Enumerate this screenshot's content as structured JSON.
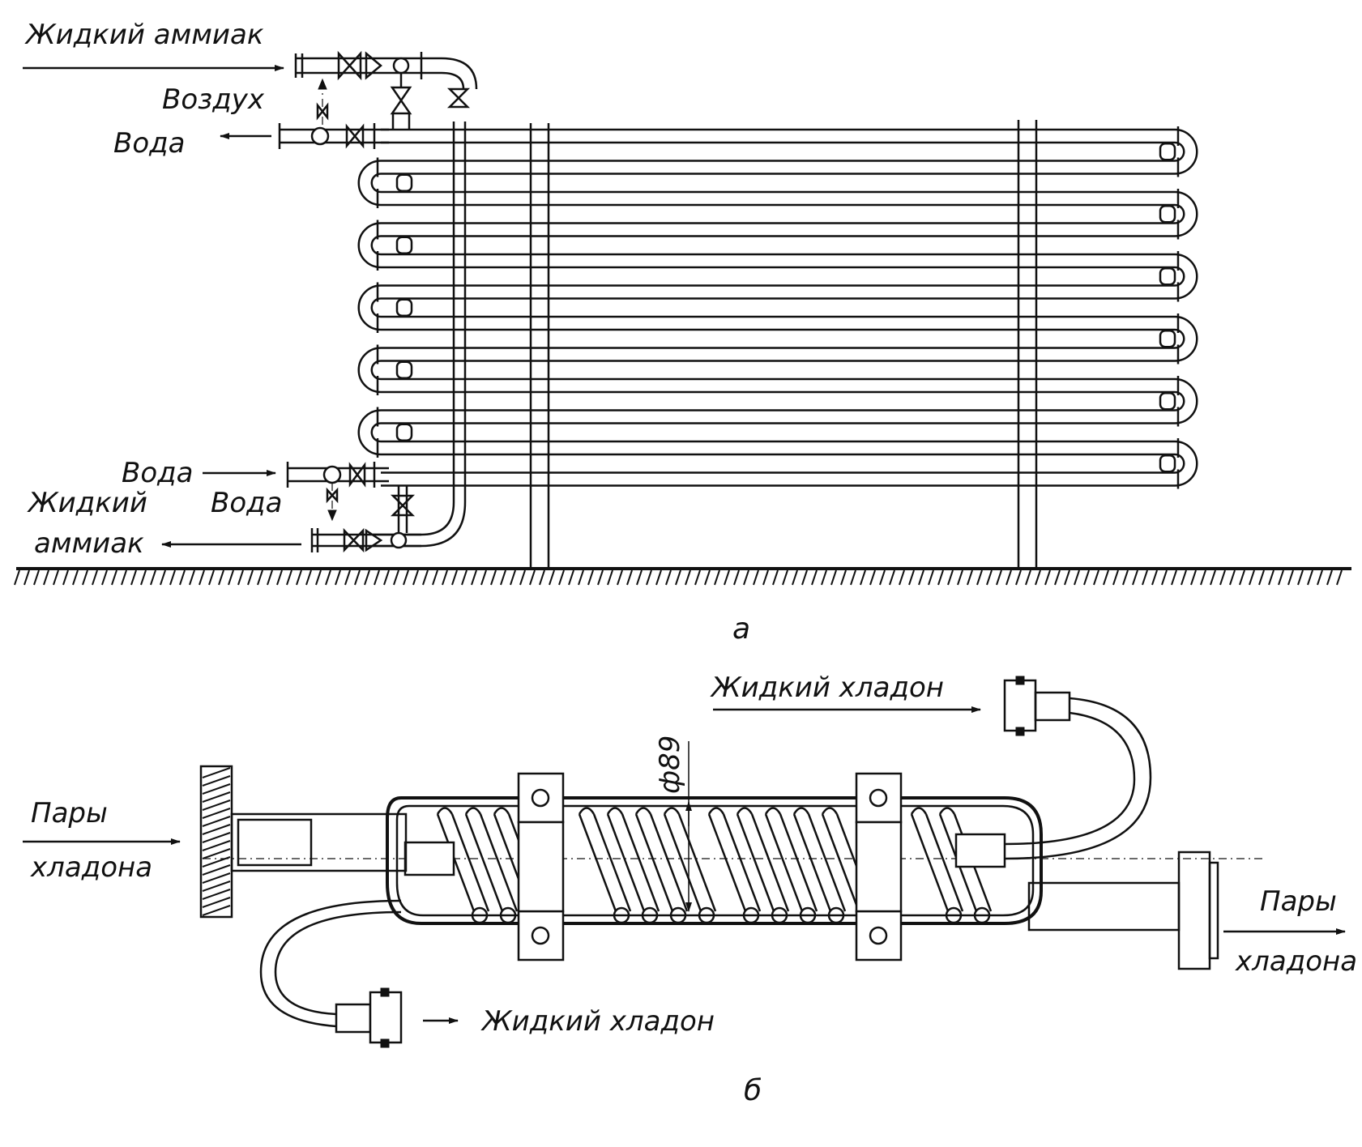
{
  "figure_a": {
    "caption": "а",
    "labels": {
      "ammonia_in": "Жидкий аммиак",
      "air": "Воздух",
      "water_out": "Вода",
      "water_in": "Вода",
      "water_drain": "Вода",
      "ammonia_out_line1": "Жидкий",
      "ammonia_out_line2": "аммиак"
    }
  },
  "figure_b": {
    "caption": "б",
    "labels": {
      "liquid_refrigerant_in": "Жидкий хладон",
      "vapor_in_line1": "Пары",
      "vapor_in_line2": "хладона",
      "vapor_out_line1": "Пары",
      "vapor_out_line2": "хладона",
      "liquid_refrigerant_out": "Жидкий хладон",
      "diameter": "ф89"
    }
  }
}
